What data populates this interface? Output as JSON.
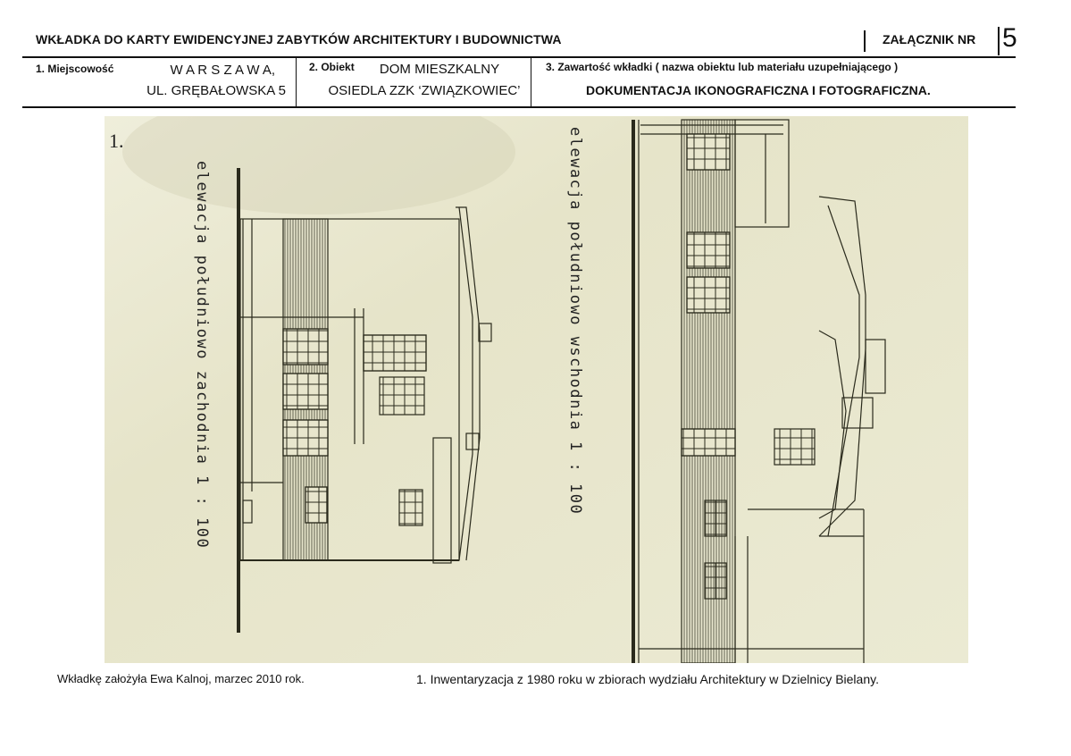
{
  "header": {
    "title": "WKŁADKA DO KARTY EWIDENCYJNEJ ZABYTKÓW ARCHITEKTURY I BUDOWNICTWA",
    "annex_label": "ZAŁĄCZNIK NR",
    "annex_number": "5"
  },
  "fields": {
    "locality_label": "1. Miejscowość",
    "locality_line1": "W A R S Z A W A,",
    "locality_line2": "UL. GRĘBAŁOWSKA 5",
    "object_label": "2. Obiekt",
    "object_line1": "DOM MIESZKALNY",
    "object_line2": "OSIEDLA ZZK ‘ZWIĄZKOWIEC’",
    "content_label": "3. Zawartość wkładki ( nazwa obiektu lub materiału uzupełniającego )",
    "content_value": "DOKUMENTACJA IKONOGRAFICZNA I FOTOGRAFICZNA."
  },
  "drawing": {
    "number": "1.",
    "left_caption": "elewacja południowo zachodnia   1 : 100",
    "right_caption": "elewacja południowo wschodnia   1 : 100",
    "paper_color": "#e9e8cf",
    "line_color": "#2a2a1c"
  },
  "footer": {
    "author_note": "Wkładkę założyła Ewa Kalnoj, marzec 2010 rok.",
    "caption": "1. Inwentaryzacja z 1980 roku w zbiorach wydziału Architektury w Dzielnicy Bielany."
  }
}
